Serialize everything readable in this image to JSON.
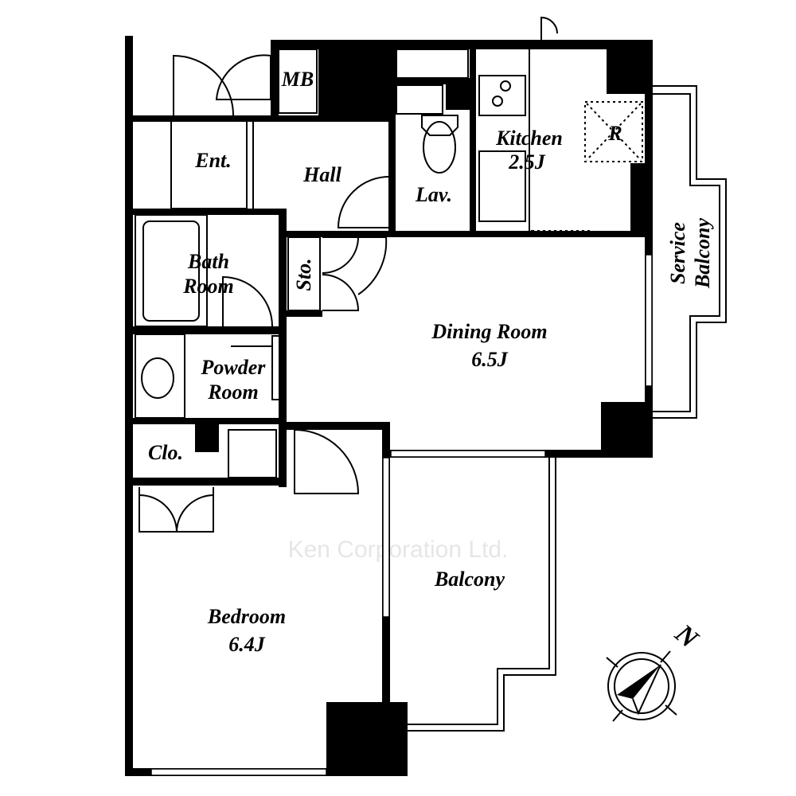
{
  "title": "Floor plan",
  "watermark": "Ken Corporation Ltd.",
  "rooms": {
    "mb": "MB",
    "entrance": "Ent.",
    "hall": "Hall",
    "lavatory": "Lav.",
    "kitchen": "Kitchen",
    "kitchen_size": "2.5J",
    "refrigerator": "R",
    "service_balcony_1": "Service",
    "service_balcony_2": "Balcony",
    "bath_1": "Bath",
    "bath_2": "Room",
    "storage": "Sto.",
    "dining": "Dining Room",
    "dining_size": "6.5J",
    "powder_1": "Powder",
    "powder_2": "Room",
    "closet": "Clo.",
    "balcony": "Balcony",
    "bedroom": "Bedroom",
    "bedroom_size": "6.4J"
  },
  "compass": {
    "north": "N",
    "icon": "compass-icon"
  }
}
